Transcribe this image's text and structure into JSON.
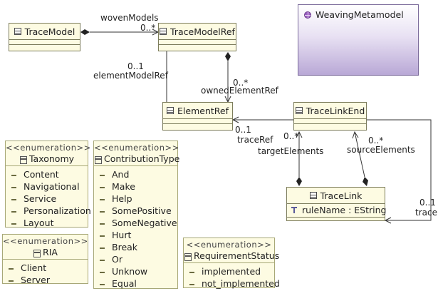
{
  "classes": {
    "trace_model": "TraceModel",
    "trace_model_ref": "TraceModelRef",
    "element_ref": "ElementRef",
    "trace_link_end": "TraceLinkEnd",
    "trace_link": "TraceLink",
    "trace_link_attr": "ruleName : EString"
  },
  "package": {
    "name": "WeavingMetamodel"
  },
  "associations": {
    "woven_models": {
      "name": "wovenModels",
      "mult": "0..*"
    },
    "element_model_ref": {
      "name": "elementModelRef",
      "mult": "0..1"
    },
    "owned_element_ref": {
      "name": "ownedElementRef",
      "mult": "0..*"
    },
    "trace_ref": {
      "name": "traceRef",
      "mult": "0..1"
    },
    "target_elements": {
      "name": "targetElements",
      "mult": "0..*"
    },
    "source_elements": {
      "name": "sourceElements",
      "mult": "0..*"
    },
    "trace": {
      "name": "trace",
      "mult": "0..1"
    }
  },
  "enumerations": {
    "stereotype": "<<enumeration>>",
    "taxonomy": {
      "name": "Taxonomy",
      "literals": [
        "Content",
        "Navigational",
        "Service",
        "Personalization",
        "Layout"
      ]
    },
    "ria": {
      "name": "RIA",
      "literals": [
        "Client",
        "Server"
      ]
    },
    "contribution_type": {
      "name": "ContributionType",
      "literals": [
        "And",
        "Make",
        "Help",
        "SomePositive",
        "SomeNegative",
        "Hurt",
        "Break",
        "Or",
        "Unknow",
        "Equal"
      ]
    },
    "requirement_status": {
      "name": "RequirementStatus",
      "literals": [
        "implemented",
        "not_implemented"
      ]
    }
  },
  "colors": {
    "class_fill": "#fdfbe2",
    "class_border": "#7d7d5c",
    "package_fill": "#b9a8d6",
    "package_icon": "#9a5fc0"
  }
}
